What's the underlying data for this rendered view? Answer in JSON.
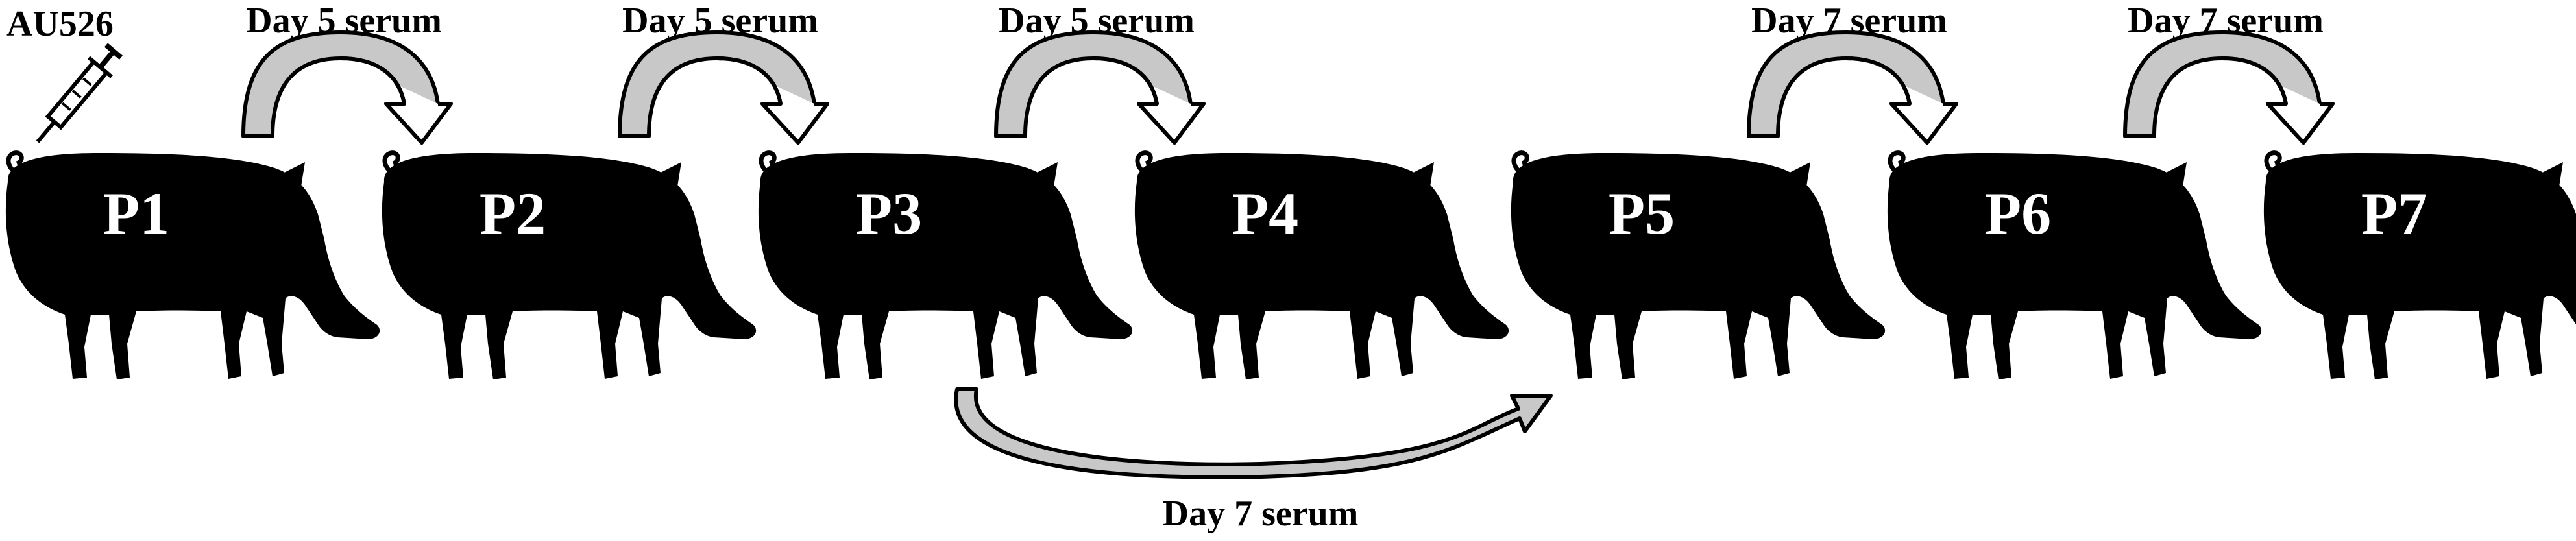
{
  "virus_label": "AU526",
  "icons": {
    "syringe": "syringe-icon",
    "pig": "pig-silhouette-icon",
    "arrow": "curved-arrow-icon"
  },
  "colors": {
    "pig": "#000000",
    "pig_label": "#ffffff",
    "arrow_fill": "#c8c8c8",
    "arrow_stroke": "#000000",
    "text": "#000000"
  },
  "pigs": [
    {
      "label": "P1"
    },
    {
      "label": "P2"
    },
    {
      "label": "P3"
    },
    {
      "label": "P4"
    },
    {
      "label": "P5"
    },
    {
      "label": "P6"
    },
    {
      "label": "P7"
    }
  ],
  "transfers": [
    {
      "from": "P1",
      "to": "P2",
      "label": "Day 5 serum"
    },
    {
      "from": "P2",
      "to": "P3",
      "label": "Day 5 serum"
    },
    {
      "from": "P3",
      "to": "P4",
      "label": "Day 5 serum"
    },
    {
      "from": "P5",
      "to": "P6",
      "label": "Day 7 serum"
    },
    {
      "from": "P6",
      "to": "P7",
      "label": "Day 7 serum"
    },
    {
      "from": "P3",
      "to": "P5",
      "label": "Day 7 serum"
    }
  ]
}
